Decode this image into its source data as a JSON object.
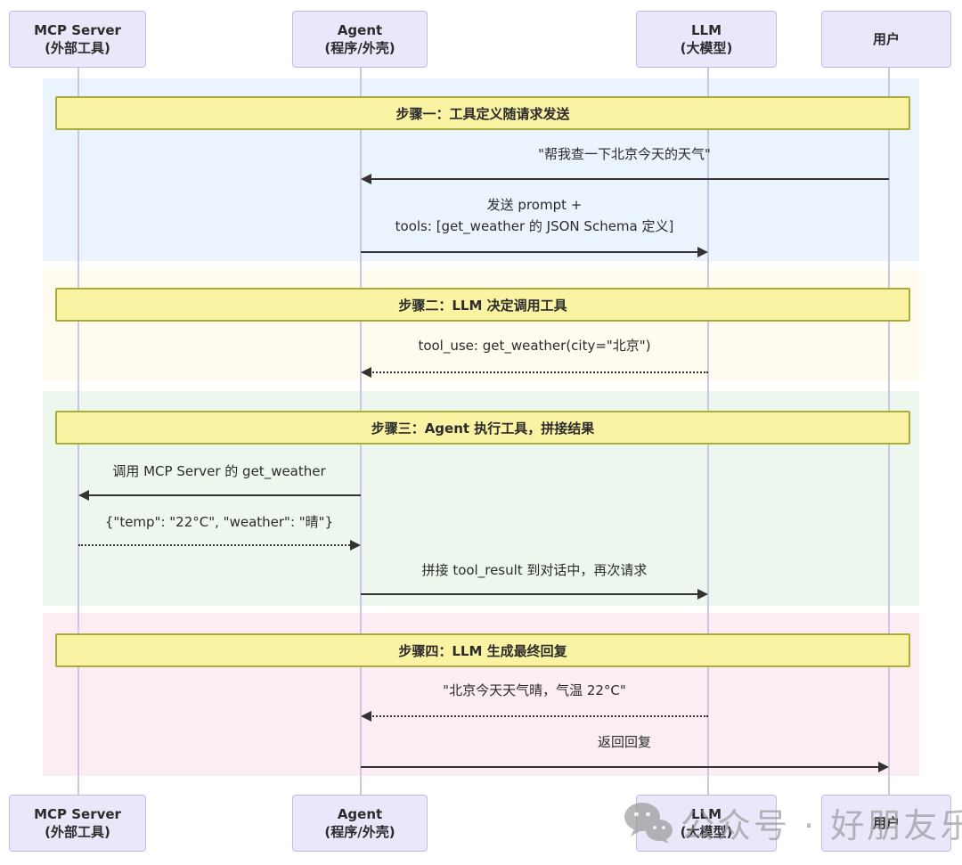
{
  "diagram": {
    "type": "sequence-diagram",
    "actors": [
      {
        "name": "MCP Server",
        "subtitle": "(外部工具)"
      },
      {
        "name": "Agent",
        "subtitle": "(程序/外壳)"
      },
      {
        "name": "LLM",
        "subtitle": "(大模型)"
      },
      {
        "name": "用户",
        "subtitle": ""
      }
    ],
    "steps": [
      {
        "title": "步骤一：工具定义随请求发送"
      },
      {
        "title": "步骤二：LLM 决定调用工具"
      },
      {
        "title": "步骤三：Agent 执行工具，拼接结果"
      },
      {
        "title": "步骤四：LLM 生成最终回复"
      }
    ],
    "messages": [
      {
        "from": "用户",
        "to": "Agent",
        "style": "solid",
        "label": "\"帮我查一下北京今天的天气\""
      },
      {
        "from": "Agent",
        "to": "LLM",
        "style": "solid",
        "label": "发送 prompt +",
        "label_line2": "tools: [get_weather 的 JSON Schema 定义]"
      },
      {
        "from": "LLM",
        "to": "Agent",
        "style": "dotted",
        "label": "tool_use: get_weather(city=\"北京\")"
      },
      {
        "from": "Agent",
        "to": "MCP Server",
        "style": "solid",
        "label": "调用 MCP Server 的 get_weather"
      },
      {
        "from": "MCP Server",
        "to": "Agent",
        "style": "dotted",
        "label": "{\"temp\": \"22°C\", \"weather\": \"晴\"}"
      },
      {
        "from": "Agent",
        "to": "LLM",
        "style": "solid",
        "label": "拼接 tool_result 到对话中，再次请求"
      },
      {
        "from": "LLM",
        "to": "Agent",
        "style": "dotted",
        "label": "\"北京今天天气晴，气温 22°C\""
      },
      {
        "from": "Agent",
        "to": "用户",
        "style": "solid",
        "label": "返回回复"
      }
    ],
    "watermark": {
      "text": "公众号 · 好朋友乐平"
    },
    "colors": {
      "actor_fill": "#E9E7F9",
      "actor_border": "#C3BCE4",
      "lifeline": "#CBC6E6",
      "section_step1": "#EBF3FC",
      "section_step2": "#FFFCEF",
      "section_step3": "#EDF7EE",
      "section_step4": "#FBEDF1",
      "banner_fill": "#FAF3A3",
      "banner_border": "#ABAB3A",
      "arrow": "#333333",
      "text": "#2B2B2B",
      "watermark_text": "#8F8F8F"
    }
  }
}
